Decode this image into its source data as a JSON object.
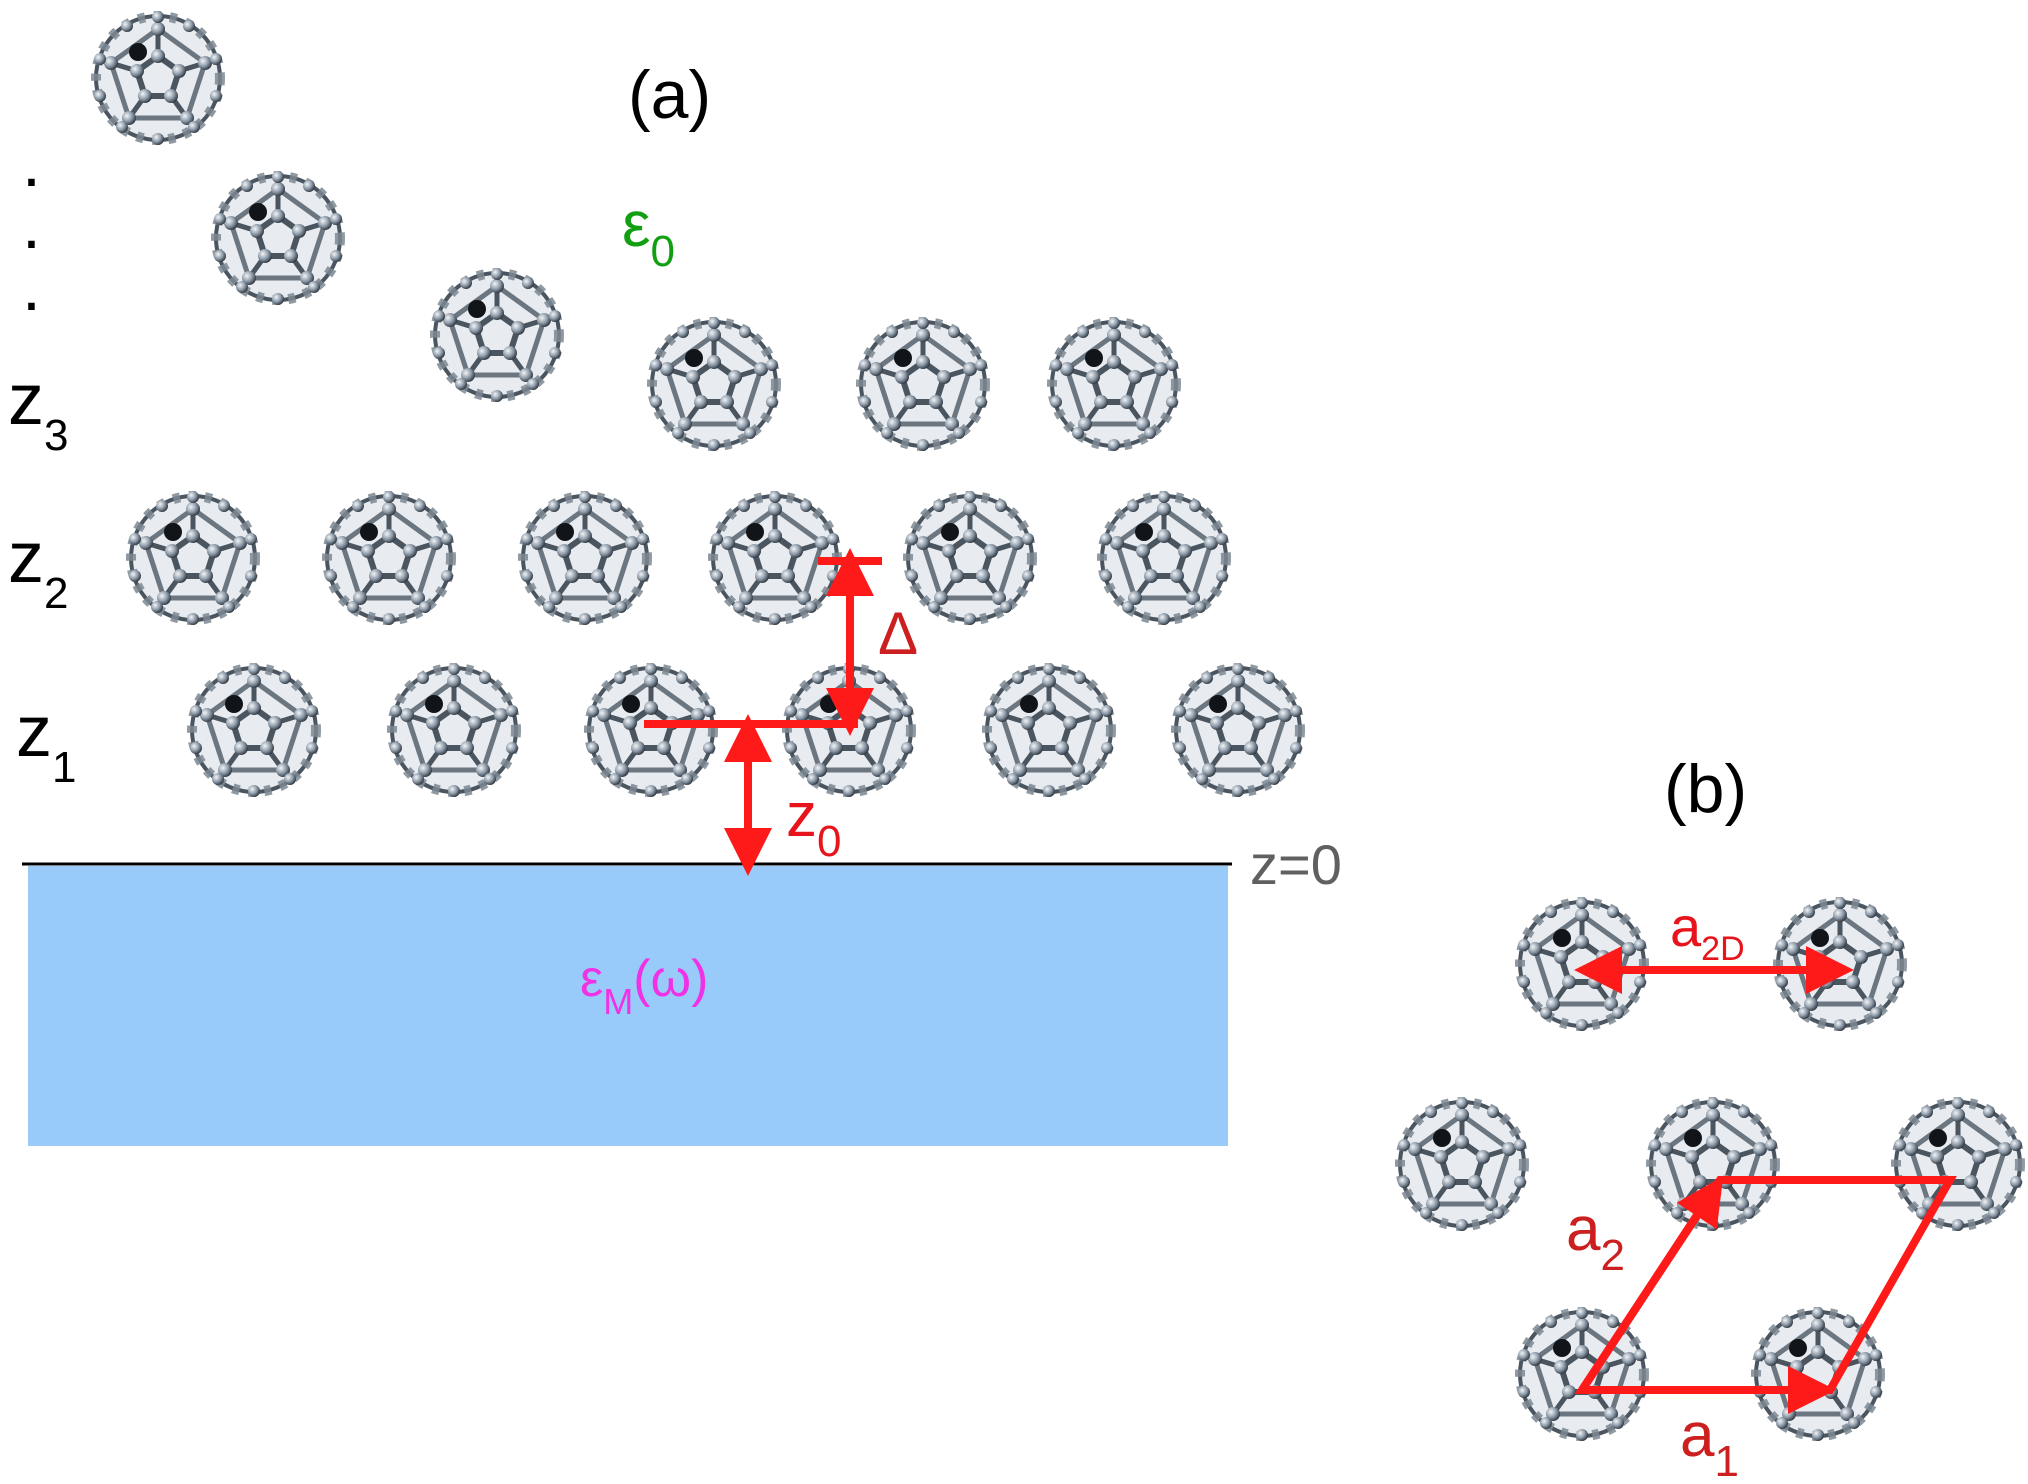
{
  "panel_a": {
    "label": "(a)",
    "vacuum_symbol": "ε",
    "vacuum_sub": "0",
    "layer_labels": [
      {
        "base": "z",
        "sub": "1"
      },
      {
        "base": "z",
        "sub": "2"
      },
      {
        "base": "z",
        "sub": "3"
      }
    ],
    "dots": ".",
    "delta_label": "Δ",
    "z0_base": "z",
    "z0_sub": "0",
    "surface_label": "z=0",
    "metal_base": "ε",
    "metal_sub": "M",
    "metal_arg": "(ω)"
  },
  "panel_b": {
    "label": "(b)",
    "a2d_base": "a",
    "a2d_sub": "2D",
    "a1_base": "a",
    "a1_sub": "1",
    "a2_base": "a",
    "a2_sub": "2"
  },
  "colors": {
    "substrate": "#99cbfa",
    "arrow_red": "#ff1a1a",
    "label_red": "#cc1f1f",
    "vacuum_green": "#12a012",
    "metal_magenta": "#f032e6",
    "surface_gray": "#606060",
    "molecule": "#8c9aaa"
  },
  "icons": {
    "molecule": "fullerene-c60-icon"
  }
}
